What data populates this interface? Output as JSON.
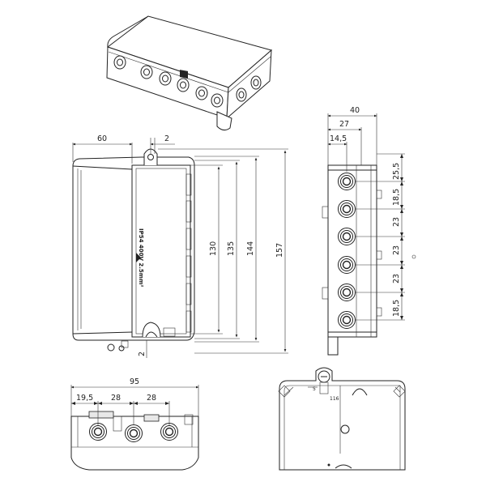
{
  "front_view": {
    "width_left": "60",
    "gap_top": "2",
    "gap_bottom": "2",
    "h130": "130",
    "h135": "135",
    "h144": "144",
    "h157": "157",
    "rating_text": "IP54 400V 2.5mm²"
  },
  "side_view": {
    "w40": "40",
    "w27": "27",
    "w14_5": "14,5",
    "s25_5": "25,5",
    "s18_5_top": "18,5",
    "s23_a": "23",
    "s23_b": "23",
    "s23_c": "23",
    "s18_5_bottom": "18,5"
  },
  "bottom_view": {
    "w95": "95",
    "w19_5": "19,5",
    "w28_a": "28",
    "w28_b": "28"
  },
  "section_view": {
    "label_5": "5",
    "label_116": "116"
  }
}
